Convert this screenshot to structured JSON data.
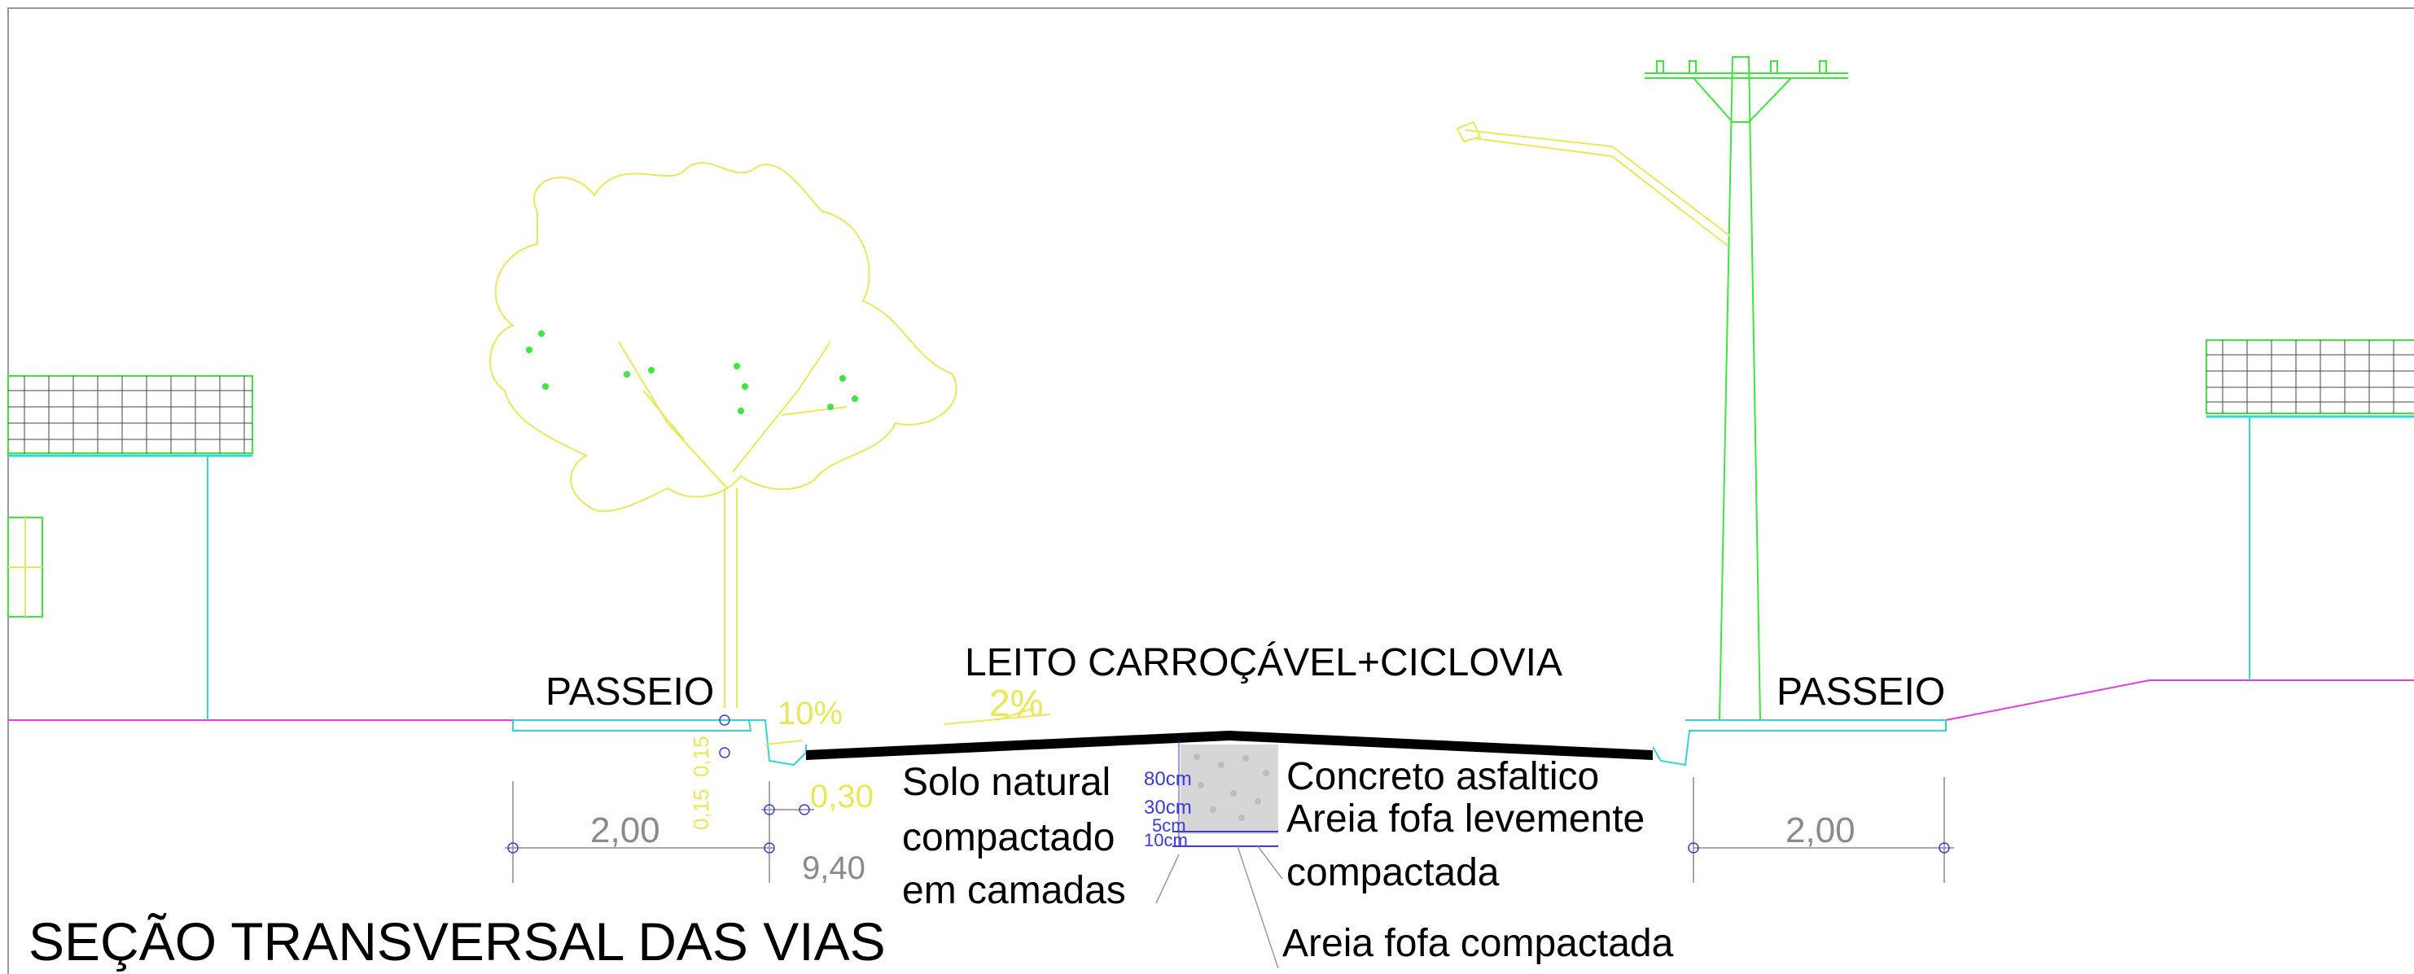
{
  "title": "SEÇÃO TRANSVERSAL DAS VIAS",
  "labels": {
    "sidewalk_left": "PASSEIO",
    "sidewalk_right": "PASSEIO",
    "roadway": "LEITO CARROÇÁVEL+CICLOVIA",
    "subgrade": [
      "Solo natural",
      "compactado",
      "em camadas"
    ],
    "asphalt": "Concreto asfaltico",
    "sand_light": [
      "Areia fofa levemente",
      "compactada"
    ],
    "sand_compacted": "Areia fofa compactada"
  },
  "slopes": {
    "sidewalk": "10%",
    "road": "2%"
  },
  "dimensions": {
    "left_sidewalk": "2,00",
    "right_sidewalk": "2,00",
    "road_width": "9,40",
    "curb": "0,30",
    "curb_vertical": [
      "0,15",
      "0,15"
    ]
  },
  "layers": [
    "80cm",
    "30cm",
    "5cm",
    "10cm"
  ],
  "colors": {
    "tree": "#e8e85a",
    "pole": "#3ee63e",
    "sidewalk": "#33d6d6",
    "ground": "#e23ce2",
    "layer_text": "#3a3ae0",
    "dimension": "#8a8a8a"
  }
}
